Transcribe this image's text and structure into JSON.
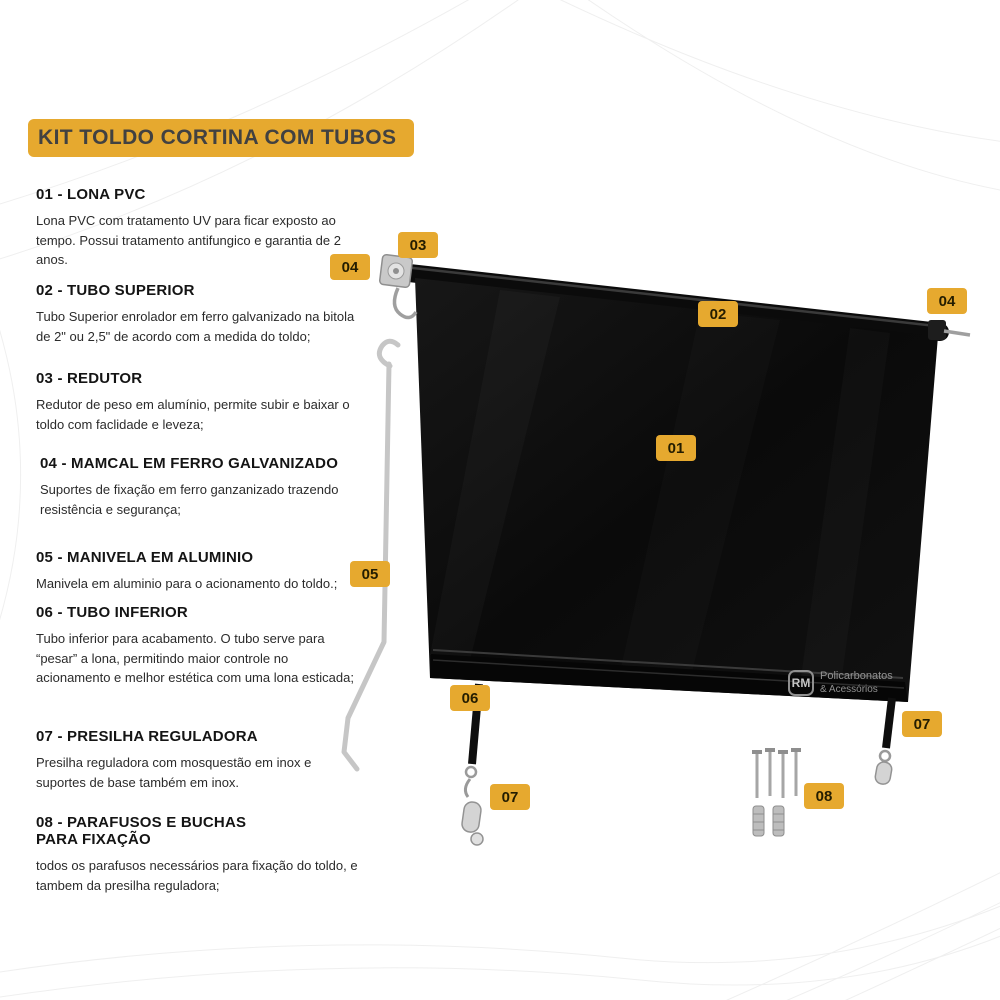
{
  "title": "KIT TOLDO CORTINA COM TUBOS",
  "sections": [
    {
      "heading": "01 - LONA PVC",
      "body": "Lona PVC com tratamento UV para ficar exposto ao tempo. Possui tratamento antifungico e garantia de 2 anos."
    },
    {
      "heading": "02 - TUBO SUPERIOR",
      "body": "Tubo Superior enrolador em ferro galvanizado na bitola de 2\" ou 2,5\" de acordo com a medida do toldo;"
    },
    {
      "heading": "03 - REDUTOR",
      "body": "Redutor de peso em alumínio, permite subir e baixar o toldo com faclidade e leveza;"
    },
    {
      "heading": "04 - MAMCAL  EM FERRO GALVANIZADO",
      "body": "Suportes de fixação em ferro ganzanizado trazendo resistência e segurança;"
    },
    {
      "heading": "05 - MANIVELA EM ALUMINIO",
      "body": "Manivela em aluminio para o acionamento do toldo.;"
    },
    {
      "heading": "06 - TUBO INFERIOR",
      "body": "Tubo inferior para acabamento. O tubo serve para “pesar” a lona, permitindo maior controle no acionamento e melhor estética com uma lona esticada;"
    },
    {
      "heading": "07 - PRESILHA REGULADORA",
      "body": "Presilha reguladora com mosquestão em inox e suportes de base também em inox."
    },
    {
      "heading": "08 - PARAFUSOS E BUCHAS PARA FIXAÇÃO",
      "body": "todos os parafusos necessários para fixação do toldo, e tambem da presilha reguladora;"
    }
  ],
  "callouts": [
    {
      "id": "callout-03-top",
      "label": "03"
    },
    {
      "id": "callout-04-left",
      "label": "04"
    },
    {
      "id": "callout-02",
      "label": "02"
    },
    {
      "id": "callout-04-right",
      "label": "04"
    },
    {
      "id": "callout-01",
      "label": "01"
    },
    {
      "id": "callout-05",
      "label": "05"
    },
    {
      "id": "callout-06",
      "label": "06"
    },
    {
      "id": "callout-07-right",
      "label": "07"
    },
    {
      "id": "callout-07-bottom",
      "label": "07"
    },
    {
      "id": "callout-08",
      "label": "08"
    }
  ],
  "watermark": {
    "logo": "RM",
    "line1": "Policarbonatos",
    "line2": "& Acessórios"
  },
  "colors": {
    "accent": "#E6A92F",
    "tarp": "#0d0d0d",
    "badge_text": "#241d00"
  }
}
